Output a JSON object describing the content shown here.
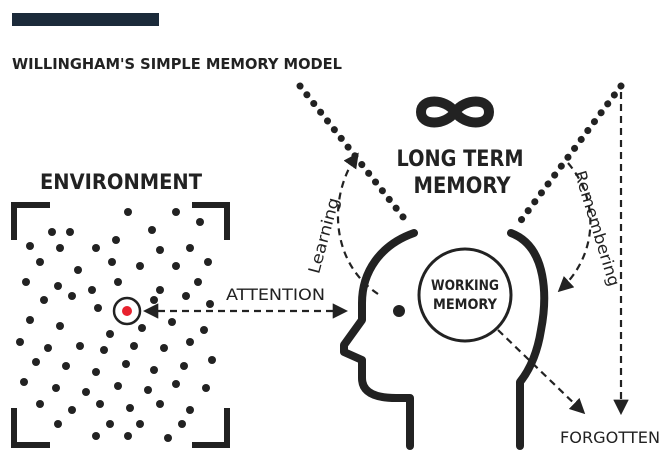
{
  "title": "WILLINGHAM'S SIMPLE MEMORY MODEL",
  "labels": {
    "environment": "ENVIRONMENT",
    "long_term_line1": "LONG TERM",
    "long_term_line2": "MEMORY",
    "working_line1": "WORKING",
    "working_line2": "MEMORY",
    "attention": "ATTENTION",
    "learning": "Learning",
    "remembering": "Remembering",
    "forgotten": "FORGOTTEN"
  },
  "icons": {
    "infinity": "infinity-icon"
  },
  "colors": {
    "title_bar": "#1b2a3a",
    "ink": "#222222",
    "focus_dot": "#e8212e"
  }
}
